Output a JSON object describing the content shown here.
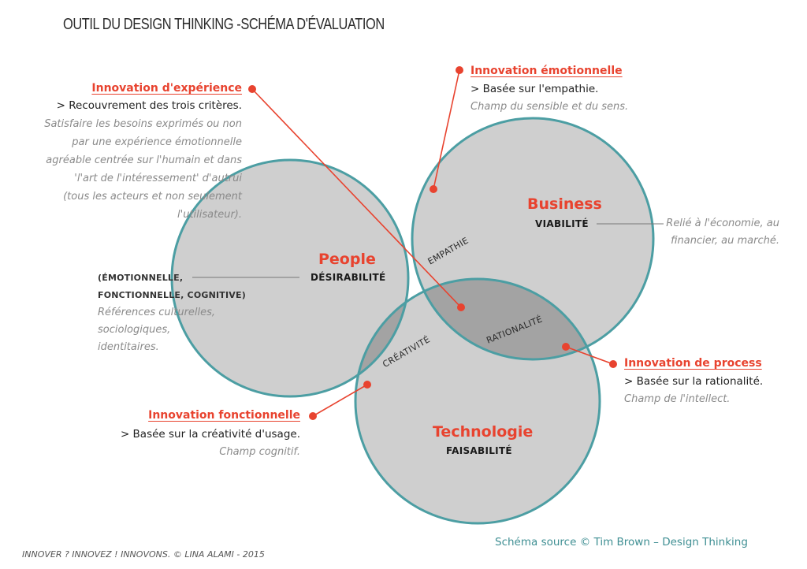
{
  "title": "OUTIL DU DESIGN THINKING -SCHÉMA D'ÉVALUATION",
  "circles": {
    "people": {
      "title": "People",
      "subtitle": "DÉSIRABILITÉ"
    },
    "business": {
      "title": "Business",
      "subtitle": "VIABILITÉ"
    },
    "technologie": {
      "title": "Technologie",
      "subtitle": "FAISABILITÉ"
    }
  },
  "zones": {
    "empathie": "EMPATHIE",
    "creativite": "CRÉATIVITÉ",
    "rationalite": "RATIONALITÉ"
  },
  "callouts": {
    "experience": {
      "heading": "Innovation d'expérience",
      "lead": "> Recouvrement des trois critères.",
      "lines": [
        "Satisfaire les besoins exprimés ou non",
        "par une expérience émotionnelle",
        "agréable centrée sur l'humain et dans",
        "'l'art de l'intéressement' d'autrui",
        "(tous les acteurs et non seulement",
        "l'utilisateur)."
      ]
    },
    "emotionnelle": {
      "heading": "Innovation émotionnelle",
      "lead": "> Basée sur l'empathie.",
      "note": "Champ du sensible et du sens."
    },
    "process": {
      "heading": "Innovation de process",
      "lead": "> Basée sur la rationalité.",
      "note": "Champ de l'intellect."
    },
    "fonctionnelle": {
      "heading": "Innovation fonctionnelle",
      "lead": "> Basée sur la créativité d'usage.",
      "note": "Champ cognitif."
    }
  },
  "side_notes": {
    "people_caps": [
      "(ÉMOTIONNELLE,",
      "FONCTIONNELLE, COGNITIVE)"
    ],
    "people_lines": [
      "Références culturelles,",
      "sociologiques,",
      "identitaires."
    ],
    "business_lines": [
      "Relié à l'économie, au",
      "financier, au marché."
    ]
  },
  "footer": {
    "left": "INNOVER ? INNOVEZ ! INNOVONS. © LINA ALAMI - 2015",
    "right": "Schéma source © Tim Brown – Design Thinking"
  },
  "colors": {
    "accent": "#e8432f",
    "circle_stroke": "#4c9ea3",
    "circle_fill": "#cfcfcf",
    "overlap_two": "#a3a3a3",
    "overlap_three": "#717171",
    "footer_source": "#3f8f93"
  }
}
